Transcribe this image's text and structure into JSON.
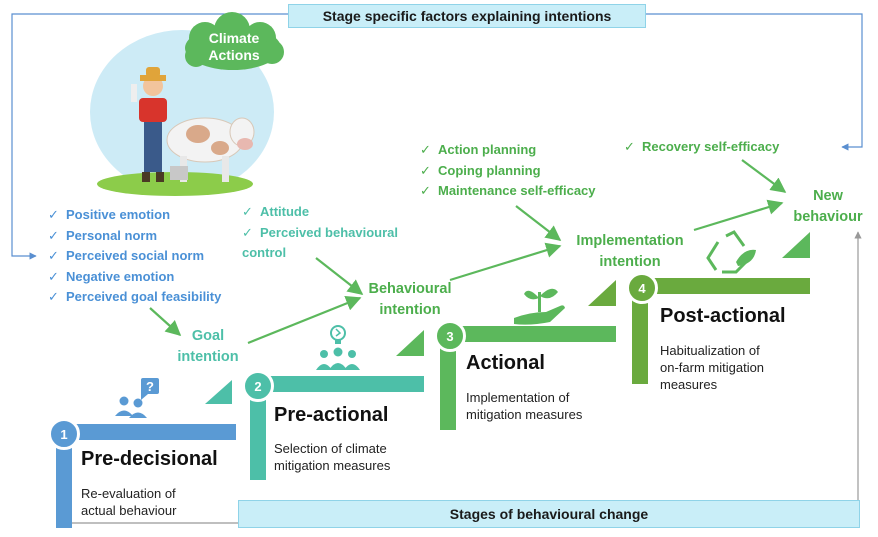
{
  "banners": {
    "top": "Stage specific factors explaining intentions",
    "bottom": "Stages of behavioural change"
  },
  "cloud_label": "Climate\nActions",
  "factors": {
    "goal": [
      "Positive emotion",
      "Personal norm",
      "Perceived social norm",
      "Negative emotion",
      "Perceived goal feasibility"
    ],
    "behavioural": [
      "Attitude",
      "Perceived behavioural control"
    ],
    "implementation": [
      "Action planning",
      "Coping planning",
      "Maintenance self-efficacy"
    ],
    "new_behaviour": [
      "Recovery self-efficacy"
    ]
  },
  "check_mark": "✓",
  "flow_labels": {
    "goal_intention": "Goal\nintention",
    "behavioural_intention": "Behavioural\nintention",
    "implementation_intention": "Implementation\nintention",
    "new_behaviour": "New\nbehaviour"
  },
  "stages": [
    {
      "number": "1",
      "title": "Pre-decisional",
      "description": "Re-evaluation of\nactual behaviour",
      "color": "#5a9ad4"
    },
    {
      "number": "2",
      "title": "Pre-actional",
      "description": "Selection of climate\nmitigation measures",
      "color": "#4dbfa8"
    },
    {
      "number": "3",
      "title": "Actional",
      "description": "Implementation of\nmitigation measures",
      "color": "#5cb85c"
    },
    {
      "number": "4",
      "title": "Post-actional",
      "description": "Habitualization of\non-farm mitigation\nmeasures",
      "color": "#6aaa3e"
    }
  ],
  "icons": {
    "stage1": "question-people-icon",
    "stage2": "lightbulb-group-icon",
    "stage3": "plant-in-hand-icon",
    "stage4": "recycle-leaf-icon"
  }
}
